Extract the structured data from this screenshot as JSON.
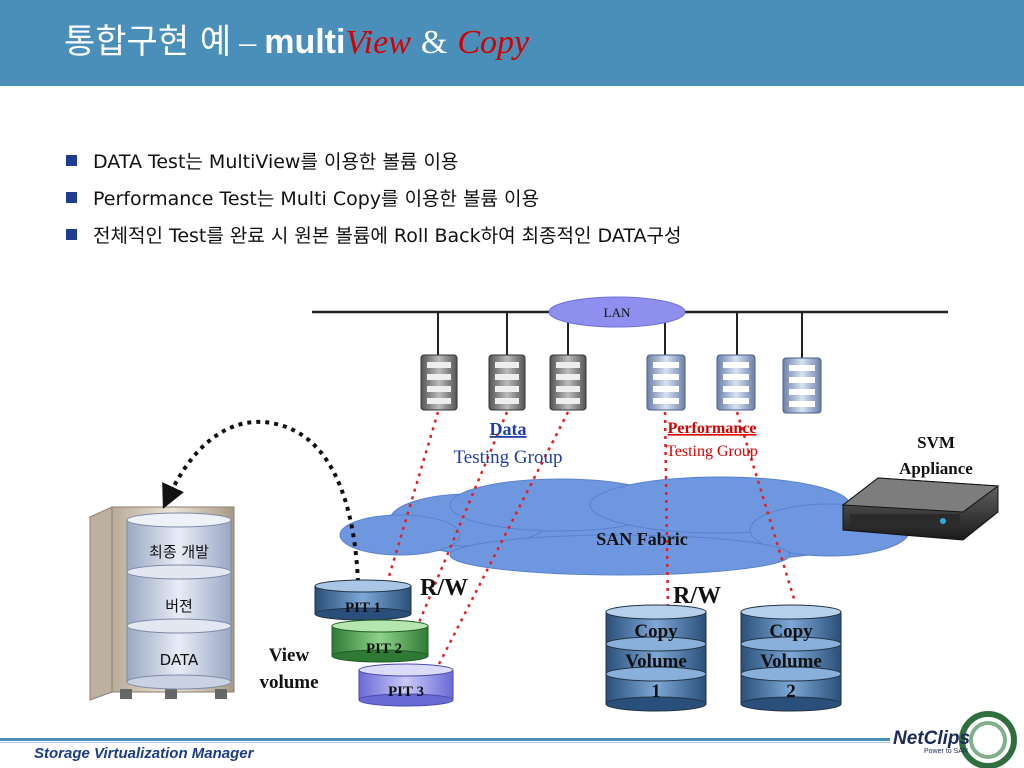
{
  "header": {
    "title_korean": "통합구현 예",
    "title_dash": "–",
    "title_multi": "multi",
    "title_view": "View",
    "title_amp": "&",
    "title_copy": "Copy"
  },
  "bullets": [
    "DATA Test는 MultiView를 이용한 볼륨 이용",
    "Performance Test는 Multi Copy를 이용한 볼륨 이용",
    "전체적인 Test를 완료 시 원본 볼륨에 Roll Back하여 최종적인 DATA구성"
  ],
  "diagram": {
    "lan": "LAN",
    "data_group_bold": "Data",
    "data_group_sub": "Testing Group",
    "perf_group_bold": "Performance",
    "perf_group_sub": "Testing Group",
    "svm_line1": "SVM",
    "svm_line2": "Appliance",
    "san_fabric": "SAN Fabric",
    "rw_left": "R/W",
    "rw_right": "R/W",
    "pit1": "PIT 1",
    "pit2": "PIT 2",
    "pit3": "PIT 3",
    "view_line1": "View",
    "view_line2": "volume",
    "copy1": [
      "Copy",
      "Volume",
      "1"
    ],
    "copy2": [
      "Copy",
      "Volume",
      "2"
    ],
    "source_disks": [
      "최종 개발",
      "버젼",
      "DATA"
    ]
  },
  "footer": {
    "product": "Storage Virtualization Manager",
    "logo": "NetClips",
    "logo_tagline": "Power to SAN"
  },
  "colors": {
    "header_bg": "#4a8fb9",
    "accent_red": "#d40000",
    "data_blue": "#1f3da8",
    "bullet_square": "#1f3d8f",
    "san_cloud": "#6f97e0"
  }
}
